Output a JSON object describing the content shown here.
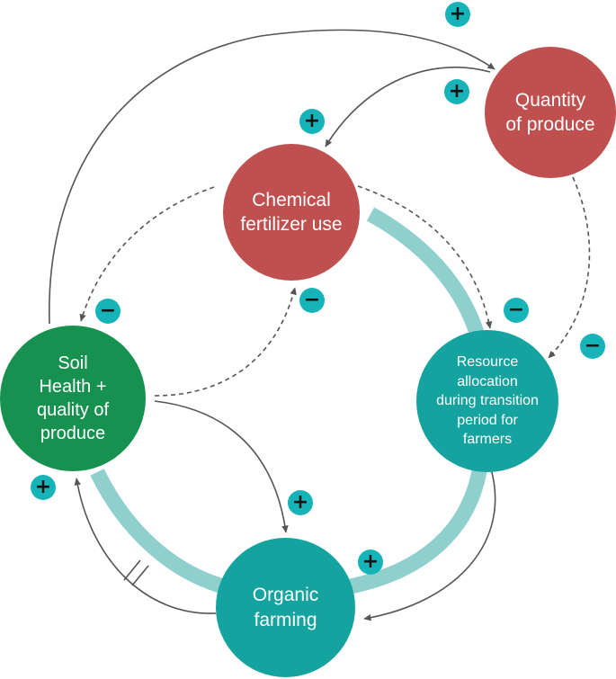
{
  "colors": {
    "red_node": "#c0504f",
    "green_node": "#17914f",
    "teal_node": "#15a39f",
    "band": "#8fcfcd",
    "badge": "#16b3b8",
    "arrow": "#555555"
  },
  "nodes": {
    "quantity_of_produce": "Quantity\nof produce",
    "chemical_fertilizer_use": "Chemical\nfertilizer use",
    "resource_allocation": "Resource\nallocation\nduring transition\nperiod for\nfarmers",
    "soil_health": "Soil\nHealth +\nquality of\nproduce",
    "organic_farming": "Organic\nfarming"
  },
  "signs": {
    "plus": "+",
    "minus": "−"
  }
}
